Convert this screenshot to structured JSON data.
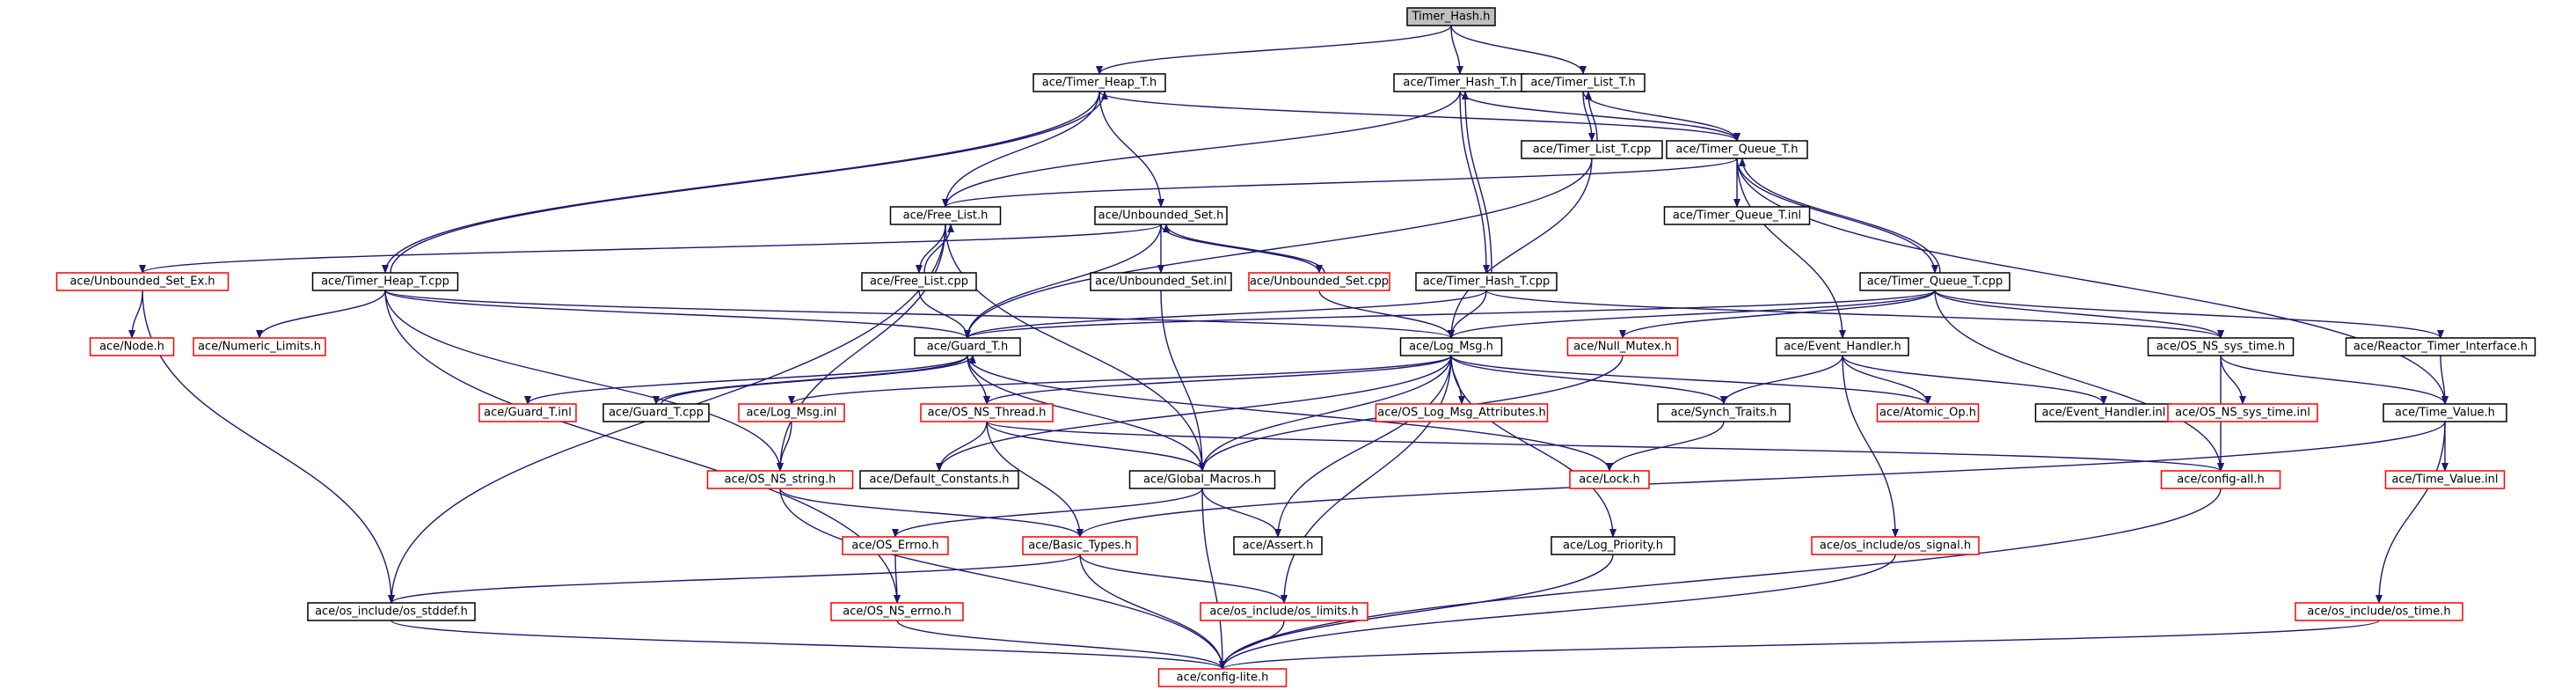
{
  "title": "Timer_Hash.h",
  "nodes": [
    {
      "id": "n0",
      "label": "Timer_Hash.h",
      "style": "root"
    },
    {
      "id": "n1",
      "label": "ace/Timer_Heap_T.h",
      "style": "black"
    },
    {
      "id": "n2",
      "label": "ace/Timer_Hash_T.h",
      "style": "black"
    },
    {
      "id": "n3",
      "label": "ace/Timer_List_T.h",
      "style": "black"
    },
    {
      "id": "n4",
      "label": "ace/Timer_List_T.cpp",
      "style": "black"
    },
    {
      "id": "n5",
      "label": "ace/Timer_Queue_T.h",
      "style": "black"
    },
    {
      "id": "n6",
      "label": "ace/Free_List.h",
      "style": "black"
    },
    {
      "id": "n7",
      "label": "ace/Unbounded_Set.h",
      "style": "black"
    },
    {
      "id": "n8",
      "label": "ace/Timer_Queue_T.inl",
      "style": "black"
    },
    {
      "id": "n9",
      "label": "ace/Unbounded_Set_Ex.h",
      "style": "red"
    },
    {
      "id": "n10",
      "label": "ace/Timer_Heap_T.cpp",
      "style": "black"
    },
    {
      "id": "n11",
      "label": "ace/Free_List.cpp",
      "style": "black"
    },
    {
      "id": "n12",
      "label": "ace/Unbounded_Set.inl",
      "style": "black"
    },
    {
      "id": "n13",
      "label": "ace/Unbounded_Set.cpp",
      "style": "red"
    },
    {
      "id": "n14",
      "label": "ace/Timer_Hash_T.cpp",
      "style": "black"
    },
    {
      "id": "n15",
      "label": "ace/Timer_Queue_T.cpp",
      "style": "black"
    },
    {
      "id": "n16",
      "label": "ace/Node.h",
      "style": "red"
    },
    {
      "id": "n17",
      "label": "ace/Numeric_Limits.h",
      "style": "red"
    },
    {
      "id": "n18",
      "label": "ace/Guard_T.h",
      "style": "black"
    },
    {
      "id": "n19",
      "label": "ace/Log_Msg.h",
      "style": "black"
    },
    {
      "id": "n20",
      "label": "ace/Null_Mutex.h",
      "style": "red"
    },
    {
      "id": "n21",
      "label": "ace/Event_Handler.h",
      "style": "black"
    },
    {
      "id": "n22",
      "label": "ace/OS_NS_sys_time.h",
      "style": "black"
    },
    {
      "id": "n23",
      "label": "ace/Reactor_Timer_Interface.h",
      "style": "black"
    },
    {
      "id": "n24",
      "label": "ace/Guard_T.inl",
      "style": "red"
    },
    {
      "id": "n25",
      "label": "ace/Guard_T.cpp",
      "style": "black"
    },
    {
      "id": "n26",
      "label": "ace/Log_Msg.inl",
      "style": "red"
    },
    {
      "id": "n27",
      "label": "ace/OS_NS_Thread.h",
      "style": "red"
    },
    {
      "id": "n28",
      "label": "ace/OS_Log_Msg_Attributes.h",
      "style": "red"
    },
    {
      "id": "n29",
      "label": "ace/Synch_Traits.h",
      "style": "black"
    },
    {
      "id": "n30",
      "label": "ace/Atomic_Op.h",
      "style": "red"
    },
    {
      "id": "n31",
      "label": "ace/Event_Handler.inl",
      "style": "black"
    },
    {
      "id": "n32",
      "label": "ace/OS_NS_sys_time.inl",
      "style": "red"
    },
    {
      "id": "n33",
      "label": "ace/Time_Value.h",
      "style": "black"
    },
    {
      "id": "n34",
      "label": "ace/OS_NS_string.h",
      "style": "red"
    },
    {
      "id": "n35",
      "label": "ace/Default_Constants.h",
      "style": "black"
    },
    {
      "id": "n36",
      "label": "ace/Global_Macros.h",
      "style": "black"
    },
    {
      "id": "n37",
      "label": "ace/Lock.h",
      "style": "red"
    },
    {
      "id": "n38",
      "label": "ace/config-all.h",
      "style": "red"
    },
    {
      "id": "n39",
      "label": "ace/Time_Value.inl",
      "style": "red"
    },
    {
      "id": "n40",
      "label": "ace/OS_Errno.h",
      "style": "red"
    },
    {
      "id": "n41",
      "label": "ace/Basic_Types.h",
      "style": "red"
    },
    {
      "id": "n42",
      "label": "ace/Assert.h",
      "style": "black"
    },
    {
      "id": "n43",
      "label": "ace/Log_Priority.h",
      "style": "black"
    },
    {
      "id": "n44",
      "label": "ace/os_include/os_signal.h",
      "style": "red"
    },
    {
      "id": "n45",
      "label": "ace/os_include/os_stddef.h",
      "style": "black"
    },
    {
      "id": "n46",
      "label": "ace/OS_NS_errno.h",
      "style": "red"
    },
    {
      "id": "n47",
      "label": "ace/os_include/os_limits.h",
      "style": "red"
    },
    {
      "id": "n48",
      "label": "ace/os_include/os_time.h",
      "style": "red"
    },
    {
      "id": "n49",
      "label": "ace/config-lite.h",
      "style": "red"
    }
  ],
  "edges": [
    [
      "n0",
      "n1"
    ],
    [
      "n0",
      "n2"
    ],
    [
      "n0",
      "n3"
    ],
    [
      "n1",
      "n5"
    ],
    [
      "n1",
      "n6"
    ],
    [
      "n1",
      "n7"
    ],
    [
      "n1",
      "n10"
    ],
    [
      "n2",
      "n5"
    ],
    [
      "n2",
      "n6"
    ],
    [
      "n2",
      "n14"
    ],
    [
      "n3",
      "n5"
    ],
    [
      "n3",
      "n4"
    ],
    [
      "n4",
      "n3"
    ],
    [
      "n4",
      "n18"
    ],
    [
      "n4",
      "n19"
    ],
    [
      "n5",
      "n6"
    ],
    [
      "n5",
      "n8"
    ],
    [
      "n5",
      "n15"
    ],
    [
      "n5",
      "n21"
    ],
    [
      "n5",
      "n33"
    ],
    [
      "n6",
      "n11"
    ],
    [
      "n6",
      "n36"
    ],
    [
      "n6",
      "n45"
    ],
    [
      "n6",
      "n34"
    ],
    [
      "n7",
      "n9"
    ],
    [
      "n7",
      "n12"
    ],
    [
      "n7",
      "n13"
    ],
    [
      "n7",
      "n18"
    ],
    [
      "n9",
      "n16"
    ],
    [
      "n9",
      "n45"
    ],
    [
      "n10",
      "n1"
    ],
    [
      "n10",
      "n17"
    ],
    [
      "n10",
      "n18"
    ],
    [
      "n10",
      "n19"
    ],
    [
      "n10",
      "n34"
    ],
    [
      "n10",
      "n46"
    ],
    [
      "n11",
      "n6"
    ],
    [
      "n11",
      "n18"
    ],
    [
      "n12",
      "n36"
    ],
    [
      "n13",
      "n7"
    ],
    [
      "n13",
      "n19"
    ],
    [
      "n14",
      "n2"
    ],
    [
      "n14",
      "n18"
    ],
    [
      "n14",
      "n19"
    ],
    [
      "n14",
      "n22"
    ],
    [
      "n15",
      "n5"
    ],
    [
      "n15",
      "n18"
    ],
    [
      "n15",
      "n19"
    ],
    [
      "n15",
      "n20"
    ],
    [
      "n15",
      "n22"
    ],
    [
      "n15",
      "n23"
    ],
    [
      "n15",
      "n38"
    ],
    [
      "n18",
      "n24"
    ],
    [
      "n18",
      "n25"
    ],
    [
      "n18",
      "n27"
    ],
    [
      "n18",
      "n36"
    ],
    [
      "n18",
      "n37"
    ],
    [
      "n19",
      "n26"
    ],
    [
      "n19",
      "n27"
    ],
    [
      "n19",
      "n28"
    ],
    [
      "n19",
      "n29"
    ],
    [
      "n19",
      "n30"
    ],
    [
      "n19",
      "n35"
    ],
    [
      "n19",
      "n36"
    ],
    [
      "n19",
      "n42"
    ],
    [
      "n19",
      "n43"
    ],
    [
      "n19",
      "n47"
    ],
    [
      "n20",
      "n36"
    ],
    [
      "n21",
      "n29"
    ],
    [
      "n21",
      "n30"
    ],
    [
      "n21",
      "n31"
    ],
    [
      "n21",
      "n44"
    ],
    [
      "n22",
      "n32"
    ],
    [
      "n22",
      "n33"
    ],
    [
      "n22",
      "n38"
    ],
    [
      "n23",
      "n33"
    ],
    [
      "n25",
      "n18"
    ],
    [
      "n26",
      "n34"
    ],
    [
      "n27",
      "n35"
    ],
    [
      "n27",
      "n36"
    ],
    [
      "n27",
      "n38"
    ],
    [
      "n27",
      "n41"
    ],
    [
      "n29",
      "n37"
    ],
    [
      "n33",
      "n39"
    ],
    [
      "n33",
      "n41"
    ],
    [
      "n33",
      "n48"
    ],
    [
      "n34",
      "n41"
    ],
    [
      "n34",
      "n49"
    ],
    [
      "n36",
      "n40"
    ],
    [
      "n36",
      "n42"
    ],
    [
      "n36",
      "n49"
    ],
    [
      "n38",
      "n49"
    ],
    [
      "n40",
      "n46"
    ],
    [
      "n41",
      "n45"
    ],
    [
      "n41",
      "n47"
    ],
    [
      "n41",
      "n49"
    ],
    [
      "n43",
      "n49"
    ],
    [
      "n44",
      "n49"
    ],
    [
      "n45",
      "n49"
    ],
    [
      "n46",
      "n49"
    ],
    [
      "n47",
      "n49"
    ],
    [
      "n48",
      "n49"
    ]
  ]
}
